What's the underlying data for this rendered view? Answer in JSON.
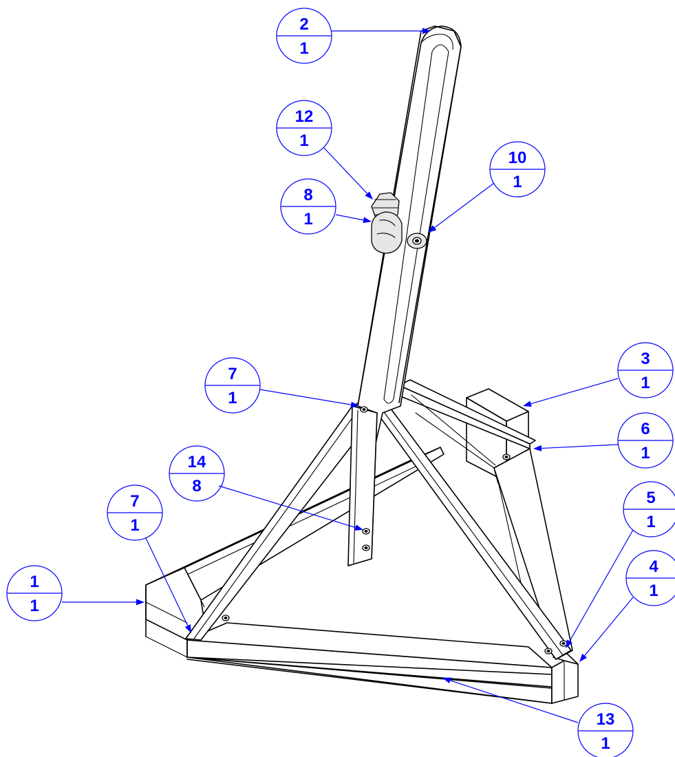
{
  "colors": {
    "balloon": "#0000ff",
    "linework": "#000000",
    "background": "#ffffff"
  },
  "balloons": [
    {
      "item": "2",
      "qty": "1"
    },
    {
      "item": "12",
      "qty": "1"
    },
    {
      "item": "10",
      "qty": "1"
    },
    {
      "item": "8",
      "qty": "1"
    },
    {
      "item": "3",
      "qty": "1"
    },
    {
      "item": "7",
      "qty": "1"
    },
    {
      "item": "6",
      "qty": "1"
    },
    {
      "item": "14",
      "qty": "8"
    },
    {
      "item": "7",
      "qty": "1"
    },
    {
      "item": "5",
      "qty": "1"
    },
    {
      "item": "1",
      "qty": "1"
    },
    {
      "item": "4",
      "qty": "1"
    },
    {
      "item": "13",
      "qty": "1"
    }
  ]
}
